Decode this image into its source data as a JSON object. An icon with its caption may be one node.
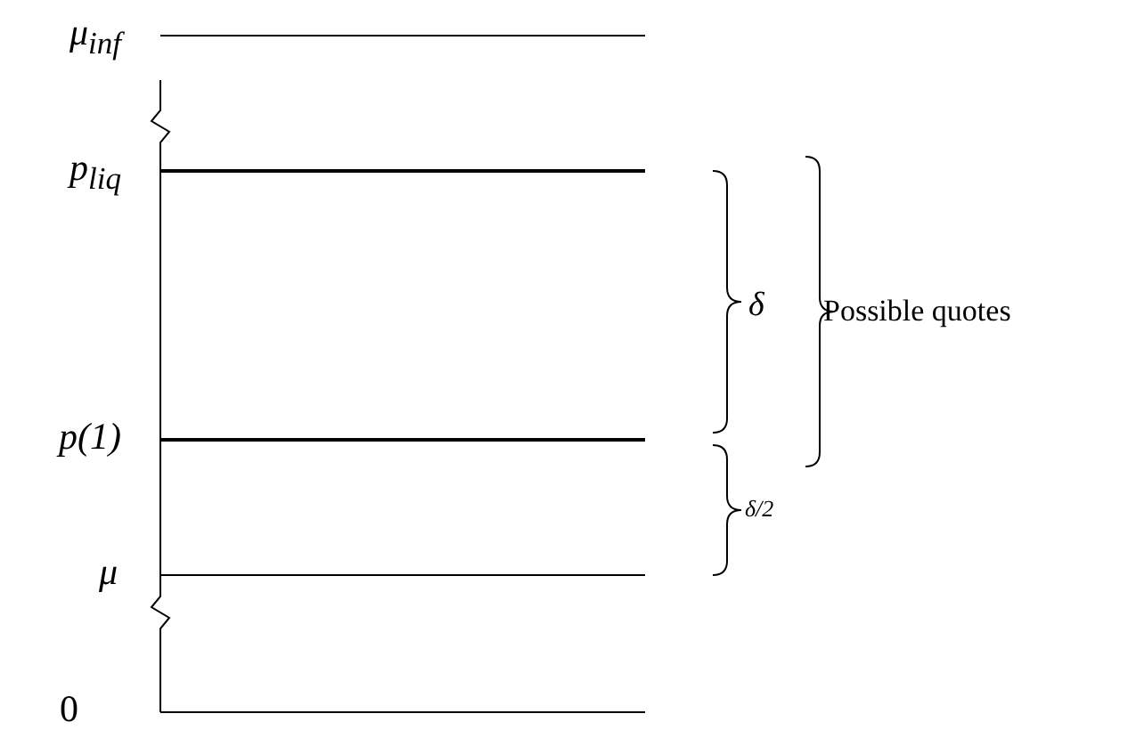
{
  "diagram": {
    "labels": [
      "μ$_{inf}$",
      "p$_{liq}$",
      "p(1)",
      "μ",
      "0",
      "δ",
      "δ/2",
      "Possible quotes"
    ]
  }
}
